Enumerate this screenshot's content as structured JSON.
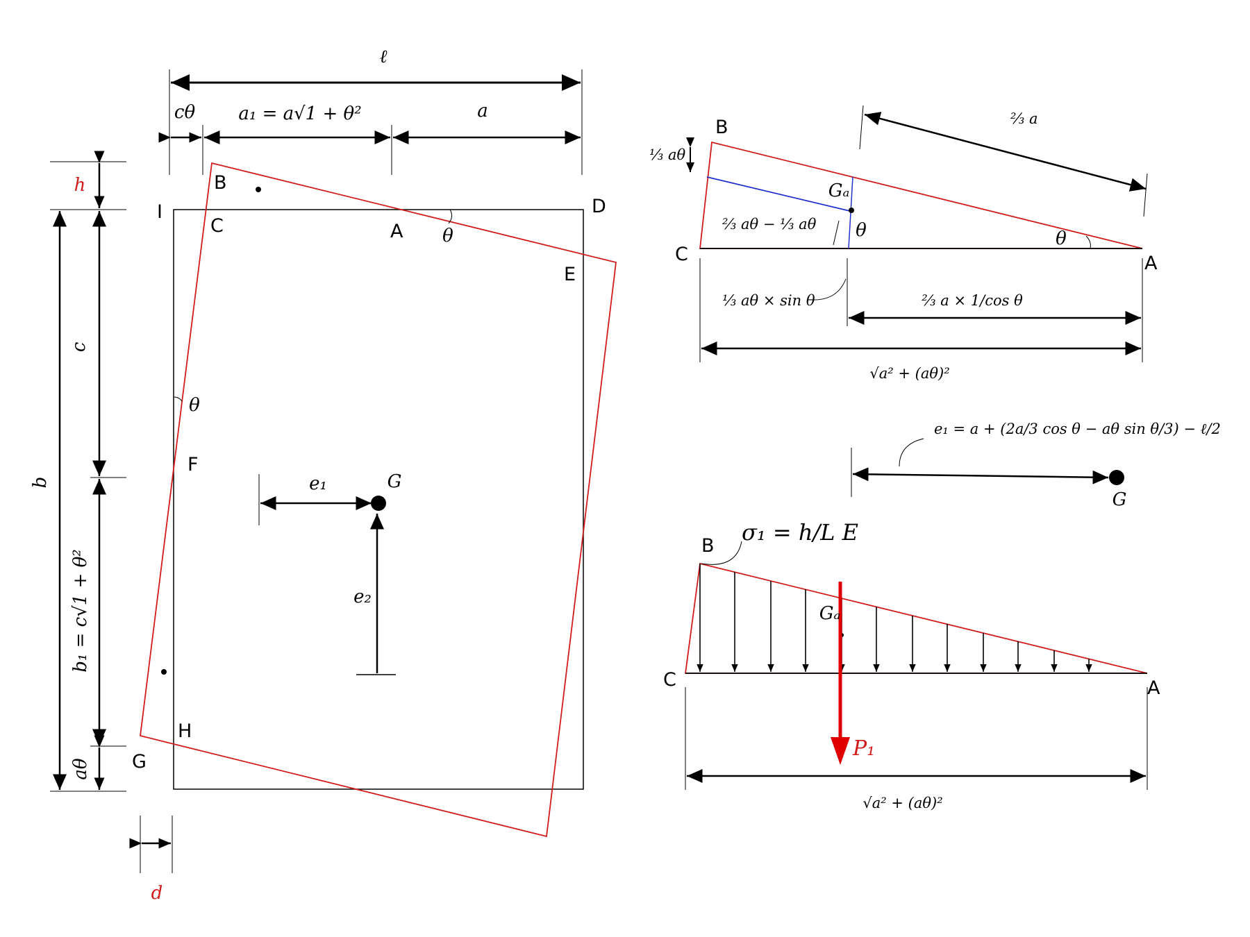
{
  "labels": {
    "ell": "ℓ",
    "c_theta": "cθ",
    "a1_eq": "a₁ = a√1 + θ²",
    "a": "a",
    "h": "h",
    "c": "c",
    "b": "b",
    "b1_eq": "b₁ = c√1 + θ²",
    "a_theta": "aθ",
    "d": "d",
    "e1": "e₁",
    "e2": "e₂",
    "G": "G",
    "theta": "θ",
    "pt_B": "B",
    "pt_C": "C",
    "pt_A": "A",
    "pt_D": "D",
    "pt_E": "E",
    "pt_F": "F",
    "pt_H": "H",
    "pt_G": "G",
    "pt_I": "I"
  },
  "triangle_top": {
    "pt_B": "B",
    "pt_C": "C",
    "pt_A": "A",
    "Ga": "Gₐ",
    "theta": "θ",
    "one_third_atheta": "⅓ aθ",
    "two_thirds_a": "⅔ a",
    "diff": "⅔ aθ − ⅓ aθ",
    "sin_term": "⅓ aθ × sin θ",
    "cos_term": "⅔ a × 1/cos θ",
    "hyp": "√a² + (aθ)²"
  },
  "e1_formula": {
    "text": "e₁ = a + (2a/3 cos θ − aθ sin θ/3) − ℓ/2",
    "G": "G"
  },
  "triangle_bottom": {
    "pt_B": "B",
    "pt_C": "C",
    "pt_A": "A",
    "Ga": "Gₐ",
    "sigma": "σ₁ = h/L E",
    "P1": "P₁",
    "hyp": "√a² + (aθ)²"
  },
  "colors": {
    "outline": "#000000",
    "rotated": "#d21b1b",
    "blue": "#1f2fd0",
    "force": "#e00000"
  }
}
